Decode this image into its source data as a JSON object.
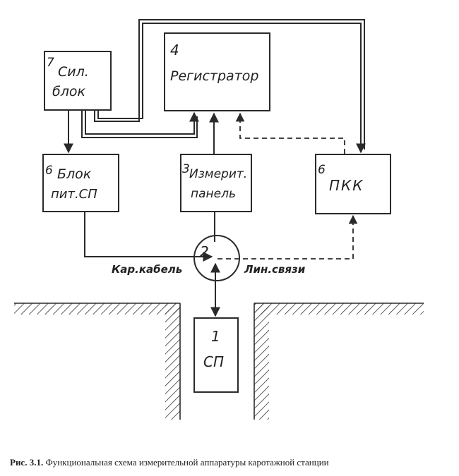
{
  "blocks": {
    "power_unit": {
      "number": "7",
      "line1": "Сил.",
      "line2": "блок"
    },
    "recorder": {
      "number": "4",
      "label": "Регистратор"
    },
    "power_supply": {
      "number": "6",
      "line1": "Блок",
      "line2": "пит.СП"
    },
    "measuring_panel": {
      "number": "3",
      "line1": "Измерит.",
      "line2": "панель"
    },
    "pkk": {
      "number": "6",
      "label": "ПКК"
    },
    "probe": {
      "number": "1",
      "label": "СП"
    },
    "junction": {
      "number": "2"
    }
  },
  "labels": {
    "logging_cable": "Кар.кабель",
    "comm_line": "Лин.связи"
  },
  "caption": {
    "prefix": "Рис. 3.1.",
    "text": " Функциональная схема измерительной аппаратуры каротажной станции"
  }
}
